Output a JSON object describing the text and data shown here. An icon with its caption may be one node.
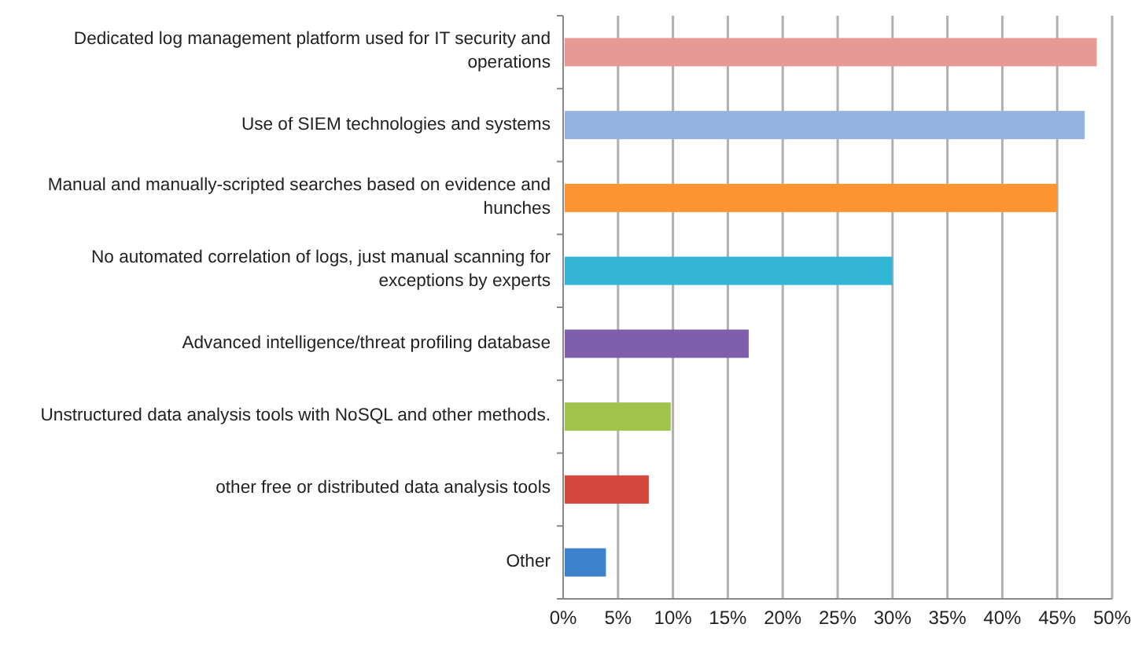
{
  "diagram": {
    "chart_data": {
      "type": "bar",
      "orientation": "horizontal",
      "categories": [
        "Dedicated log management platform used for IT security and operations",
        "Use of SIEM technologies and systems",
        "Manual and manually-scripted searches based on evidence and hunches",
        "No automated correlation of logs, just manual scanning for exceptions by experts",
        "Advanced intelligence/threat profiling database",
        "Unstructured data analysis tools with NoSQL and other methods.",
        "other free or distributed data analysis tools",
        "Other"
      ],
      "series": [
        {
          "colors": [
            "#e89895",
            "#95b3e1",
            "#fd9532",
            "#33b6d6",
            "#7f5fab",
            "#9fc34b",
            "#d6473d",
            "#3c82cd"
          ],
          "values": [
            48.6,
            47.5,
            45.0,
            30.0,
            16.9,
            9.8,
            7.8,
            3.9
          ]
        }
      ],
      "xlim": [
        0,
        50
      ],
      "grid": true,
      "xticks": [
        {
          "value": 0,
          "label": "0%"
        },
        {
          "value": 5,
          "label": "5%"
        },
        {
          "value": 10,
          "label": "10%"
        },
        {
          "value": 15,
          "label": "15%"
        },
        {
          "value": 20,
          "label": "20%"
        },
        {
          "value": 25,
          "label": "25%"
        },
        {
          "value": 30,
          "label": "30%"
        },
        {
          "value": 35,
          "label": "35%"
        },
        {
          "value": 40,
          "label": "40%"
        },
        {
          "value": 45,
          "label": "45%"
        },
        {
          "value": 50,
          "label": "50%"
        }
      ]
    }
  }
}
